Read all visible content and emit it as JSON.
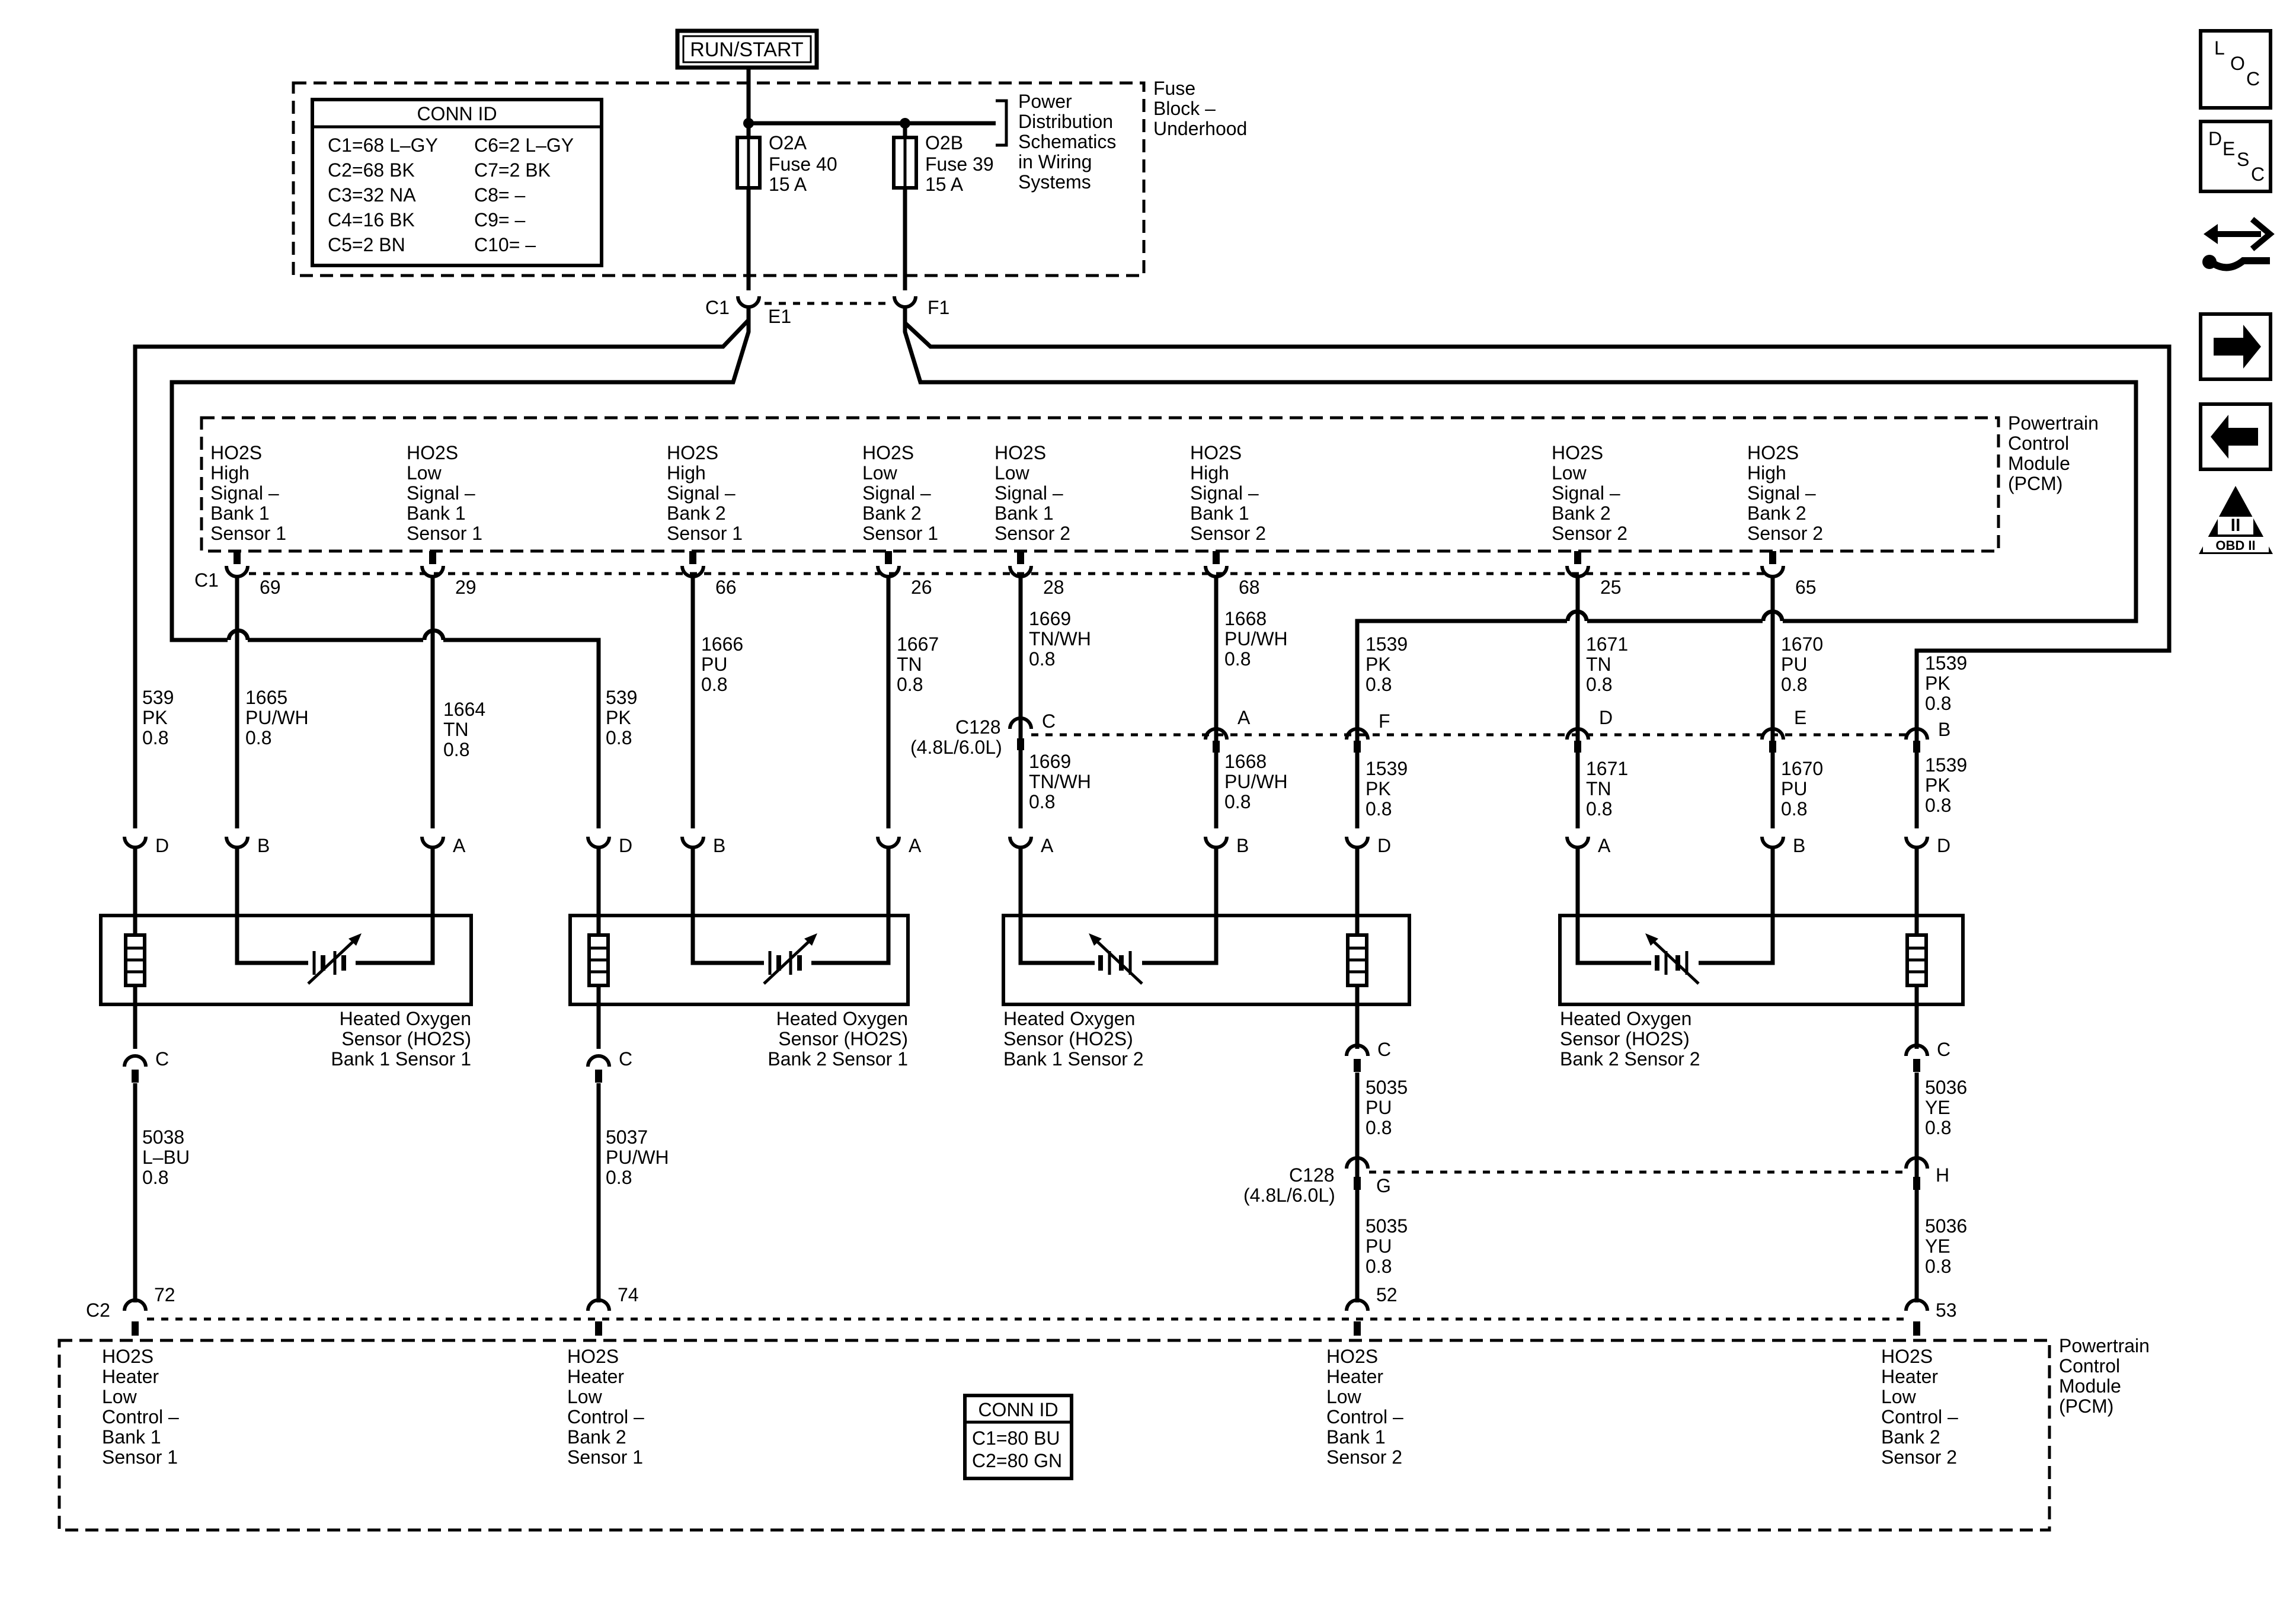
{
  "top": {
    "power_source": "RUN/START",
    "fuses": [
      {
        "name": "O2A",
        "fuse": "Fuse 40",
        "rating": "15 A"
      },
      {
        "name": "O2B",
        "fuse": "Fuse 39",
        "rating": "15 A"
      }
    ],
    "power_ref": [
      "Power",
      "Distribution",
      "Schematics",
      "in Wiring",
      "Systems"
    ],
    "fuse_block": [
      "Fuse",
      "Block –",
      "Underhood"
    ],
    "conn_id": {
      "title": "CONN ID",
      "left": [
        "C1=68 L–GY",
        "C2=68 BK",
        "C3=32 NA",
        "C4=16 BK",
        "C5=2 BN"
      ],
      "right": [
        "C6=2 L–GY",
        "C7=2 BK",
        "C8= –",
        "C9= –",
        "C10= –"
      ]
    },
    "connectors": {
      "c1": "C1",
      "e1": "E1",
      "f1": "F1"
    }
  },
  "pcm_top": {
    "module_label": [
      "Powertrain",
      "Control",
      "Module",
      "(PCM)"
    ],
    "connector": "C1",
    "terminals": [
      {
        "lines": [
          "HO2S",
          "High",
          "Signal –",
          "Bank 1",
          "Sensor 1"
        ],
        "pin": "69"
      },
      {
        "lines": [
          "HO2S",
          "Low",
          "Signal –",
          "Bank 1",
          "Sensor 1"
        ],
        "pin": "29"
      },
      {
        "lines": [
          "HO2S",
          "High",
          "Signal –",
          "Bank 2",
          "Sensor 1"
        ],
        "pin": "66"
      },
      {
        "lines": [
          "HO2S",
          "Low",
          "Signal –",
          "Bank 2",
          "Sensor 1"
        ],
        "pin": "26"
      },
      {
        "lines": [
          "HO2S",
          "Low",
          "Signal –",
          "Bank 1",
          "Sensor 2"
        ],
        "pin": "28"
      },
      {
        "lines": [
          "HO2S",
          "High",
          "Signal –",
          "Bank 1",
          "Sensor 2"
        ],
        "pin": "68"
      },
      {
        "lines": [
          "HO2S",
          "Low",
          "Signal –",
          "Bank 2",
          "Sensor 2"
        ],
        "pin": "25"
      },
      {
        "lines": [
          "HO2S",
          "High",
          "Signal –",
          "Bank 2",
          "Sensor 2"
        ],
        "pin": "65"
      }
    ]
  },
  "wires": {
    "w539a": [
      "539",
      "PK",
      "0.8"
    ],
    "w1665": [
      "1665",
      "PU/WH",
      "0.8"
    ],
    "w1664": [
      "1664",
      "TN",
      "0.8"
    ],
    "w539b": [
      "539",
      "PK",
      "0.8"
    ],
    "w1666": [
      "1666",
      "PU",
      "0.8"
    ],
    "w1667": [
      "1667",
      "TN",
      "0.8"
    ],
    "w1669a": [
      "1669",
      "TN/WH",
      "0.8"
    ],
    "w1668a": [
      "1668",
      "PU/WH",
      "0.8"
    ],
    "w1539a": [
      "1539",
      "PK",
      "0.8"
    ],
    "w1671a": [
      "1671",
      "TN",
      "0.8"
    ],
    "w1670a": [
      "1670",
      "PU",
      "0.8"
    ],
    "w1539b": [
      "1539",
      "PK",
      "0.8"
    ],
    "w1669b": [
      "1669",
      "TN/WH",
      "0.8"
    ],
    "w1668b": [
      "1668",
      "PU/WH",
      "0.8"
    ],
    "w1539c": [
      "1539",
      "PK",
      "0.8"
    ],
    "w1671b": [
      "1671",
      "TN",
      "0.8"
    ],
    "w1670b": [
      "1670",
      "PU",
      "0.8"
    ],
    "w1539d": [
      "1539",
      "PK",
      "0.8"
    ],
    "w5038": [
      "5038",
      "L–BU",
      "0.8"
    ],
    "w5037": [
      "5037",
      "PU/WH",
      "0.8"
    ],
    "w5035a": [
      "5035",
      "PU",
      "0.8"
    ],
    "w5035b": [
      "5035",
      "PU",
      "0.8"
    ],
    "w5036a": [
      "5036",
      "YE",
      "0.8"
    ],
    "w5036b": [
      "5036",
      "YE",
      "0.8"
    ]
  },
  "c128": {
    "name": "C128",
    "variant": "(4.8L/6.0L)",
    "upper_pins": [
      "C",
      "A",
      "F",
      "D",
      "E",
      "B"
    ],
    "lower_pins": [
      "G",
      "H"
    ]
  },
  "sensor_pins": {
    "s1": [
      "D",
      "B",
      "A"
    ],
    "s2": [
      "D",
      "B",
      "A"
    ],
    "s3": [
      "A",
      "B",
      "D"
    ],
    "s4": [
      "A",
      "B",
      "D"
    ],
    "heater": "C"
  },
  "sensors": [
    [
      "Heated Oxygen",
      "Sensor (HO2S)",
      "Bank 1 Sensor 1"
    ],
    [
      "Heated Oxygen",
      "Sensor (HO2S)",
      "Bank 2 Sensor 1"
    ],
    [
      "Heated Oxygen",
      "Sensor (HO2S)",
      "Bank 1 Sensor 2"
    ],
    [
      "Heated Oxygen",
      "Sensor (HO2S)",
      "Bank 2 Sensor 2"
    ]
  ],
  "pcm_bottom": {
    "module_label": [
      "Powertrain",
      "Control",
      "Module",
      "(PCM)"
    ],
    "connector": "C2",
    "terminals": [
      {
        "lines": [
          "HO2S",
          "Heater",
          "Low",
          "Control –",
          "Bank 1",
          "Sensor 1"
        ],
        "pin": "72"
      },
      {
        "lines": [
          "HO2S",
          "Heater",
          "Low",
          "Control –",
          "Bank 2",
          "Sensor 1"
        ],
        "pin": "74"
      },
      {
        "lines": [
          "HO2S",
          "Heater",
          "Low",
          "Control –",
          "Bank 1",
          "Sensor 2"
        ],
        "pin": "52"
      },
      {
        "lines": [
          "HO2S",
          "Heater",
          "Low",
          "Control –",
          "Bank 2",
          "Sensor 2"
        ],
        "pin": "53"
      }
    ],
    "conn_id": {
      "title": "CONN ID",
      "lines": [
        "C1=80 BU",
        "C2=80 GN"
      ]
    }
  },
  "side_icons": {
    "loc": [
      "L",
      "O",
      "C"
    ],
    "desc": [
      "D",
      "E",
      "S",
      "C"
    ],
    "obd": [
      "II",
      "OBD II"
    ]
  }
}
